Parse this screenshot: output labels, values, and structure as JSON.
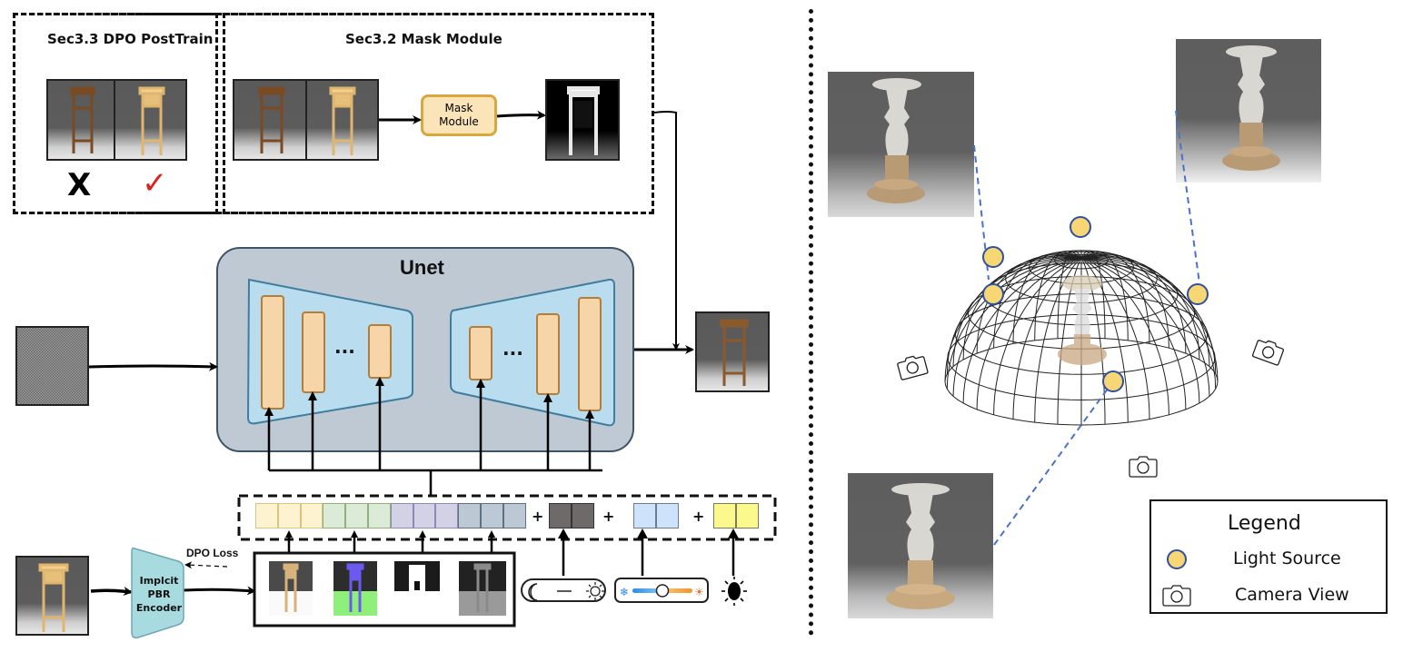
{
  "figure": {
    "dpo_section": {
      "title": "Sec3.3 DPO PostTrain",
      "rejected_mark": "X",
      "accepted_mark": "✓"
    },
    "mask_section": {
      "title": "Sec3.2 Mask Module",
      "module_label_line1": "Mask",
      "module_label_line2": "Module"
    },
    "unet": {
      "title": "Unet",
      "encoder_ellipsis": "...",
      "decoder_ellipsis": "..."
    },
    "encoder": {
      "label_line1": "Implcit",
      "label_line2": "PBR",
      "label_line3": "Encoder",
      "loss_label": "DPO Loss"
    },
    "token_bar": {
      "groups": [
        {
          "name": "albedo",
          "count": 3,
          "fill": "#fdf3d0",
          "stroke": "#d8c680"
        },
        {
          "name": "normal",
          "count": 3,
          "fill": "#dcebd8",
          "stroke": "#8db27e"
        },
        {
          "name": "mask",
          "count": 3,
          "fill": "#d3d1e6",
          "stroke": "#8f89b8"
        },
        {
          "name": "shading",
          "count": 3,
          "fill": "#bcc8d3",
          "stroke": "#5b7184"
        }
      ],
      "extra_groups": [
        {
          "name": "brightness",
          "count": 2,
          "fill": "#6e6a69",
          "stroke": "#333333"
        },
        {
          "name": "temperature",
          "count": 2,
          "fill": "#cfe2fb",
          "stroke": "#6c7c90"
        },
        {
          "name": "light",
          "count": 2,
          "fill": "#fbf98c",
          "stroke": "#7a7a60"
        }
      ],
      "plus": "+"
    },
    "controls": {
      "brightness_icon_left": "moon-icon",
      "brightness_icon_right": "sun-icon",
      "temperature_icon_left": "snowflake-icon",
      "temperature_icon_right": "sun-warm-icon",
      "temperature_value": 0.5,
      "light_icon": "light-bulb-icon"
    },
    "legend": {
      "title": "Legend",
      "items": [
        {
          "icon": "light-source-icon",
          "label": "Light Source"
        },
        {
          "icon": "camera-view-icon",
          "label": "Camera View"
        }
      ]
    },
    "colors": {
      "unet_bg": "#bfc9d3",
      "unet_border": "#3e5366",
      "trapezoid_fill": "#b9dcee",
      "trapezoid_stroke": "#3f7ea0",
      "block_fill": "#f6d6a8",
      "block_stroke": "#b57d3a",
      "mask_module_fill": "#fbe5b8",
      "mask_module_stroke": "#d8a740",
      "encoder_fill": "#a8dbe0",
      "light_fill": "#f7d774",
      "light_stroke": "#2f4fa3",
      "dashed_link": "#4a72c9",
      "check_red": "#d9261c"
    }
  }
}
